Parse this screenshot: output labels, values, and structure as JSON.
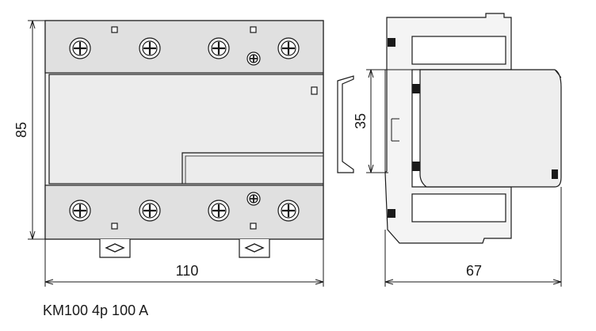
{
  "dimensions": {
    "height": "85",
    "width": "110",
    "depth": "67",
    "rail": "35"
  },
  "caption": "KM100 4p 100 A",
  "colors": {
    "line": "#1a1a1a",
    "body_fill": "#f2f2f2",
    "terminal_fill": "#dcdcdc",
    "window_fill": "#ffffff"
  }
}
